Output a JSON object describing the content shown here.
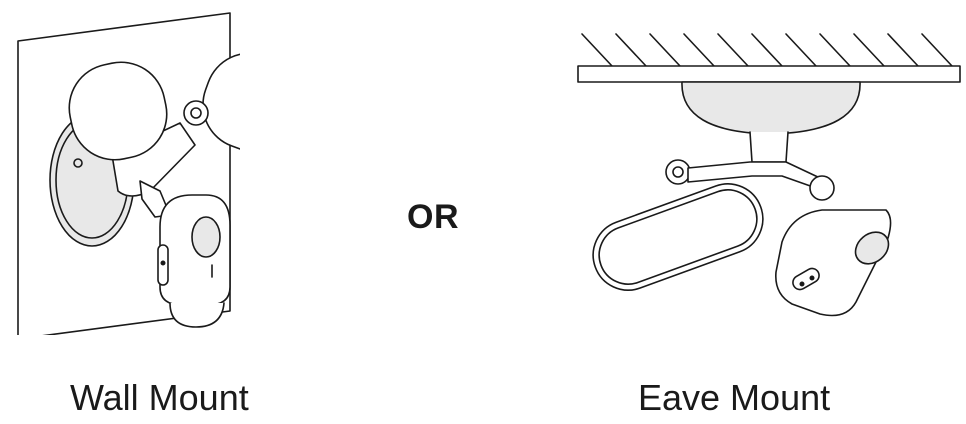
{
  "options": {
    "wall": {
      "caption": "Wall Mount"
    },
    "separator": "OR",
    "eave": {
      "caption": "Eave Mount"
    }
  },
  "colors": {
    "line": "#1a1a1a",
    "background": "#ffffff"
  }
}
